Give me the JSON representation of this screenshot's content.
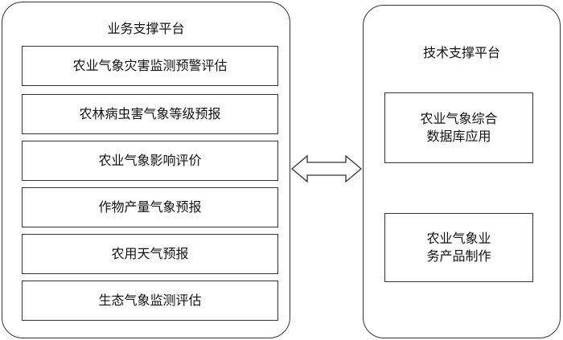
{
  "left_panel": {
    "title": "业务支撑平台",
    "items": [
      "农业气象灾害监测预警评估",
      "农林病虫害气象等级预报",
      "农业气象影响评价",
      "作物产量气象预报",
      "农用天气预报",
      "生态气象监测评估"
    ]
  },
  "right_panel": {
    "title": "技术支撑平台",
    "items": [
      "农业气象综合\n数据库应用",
      "农业气象业\n务产品制作"
    ]
  },
  "connector": {
    "icon": "double-arrow-icon",
    "direction": "bidirectional"
  }
}
